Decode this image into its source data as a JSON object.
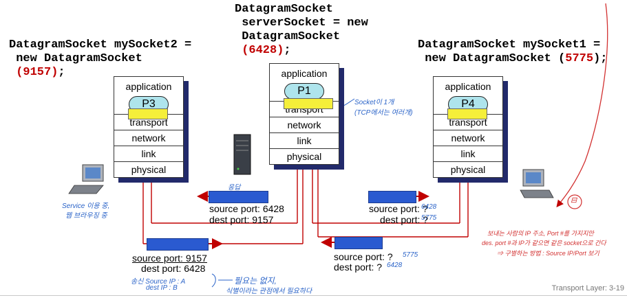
{
  "code_center": {
    "line1": "DatagramSocket",
    "line2": " serverSocket = new",
    "line3": " DatagramSocket",
    "port": "(6428)",
    "tail": ";"
  },
  "code_left": {
    "line1": "DatagramSocket mySocket2 =",
    "line2": " new DatagramSocket",
    "port": "(9157)",
    "tail": ";"
  },
  "code_right": {
    "line1": "DatagramSocket mySocket1 =",
    "line2": " new DatagramSocket (",
    "port": "5775",
    "tail": ");"
  },
  "stacks": {
    "left": {
      "app": "application",
      "proc": "P3",
      "layers": [
        "transport",
        "network",
        "link",
        "physical"
      ]
    },
    "center": {
      "app": "application",
      "proc": "P1",
      "layers": [
        "transport",
        "network",
        "link",
        "physical"
      ]
    },
    "right": {
      "app": "application",
      "proc": "P4",
      "layers": [
        "transport",
        "network",
        "link",
        "physical"
      ]
    }
  },
  "segments": {
    "top_left": {
      "src": "source port: 6428",
      "dst": "dest port: 9157"
    },
    "top_right": {
      "src": "source port: ?",
      "dst": "dest port: ?"
    },
    "bottom_left": {
      "src": "source port: 9157",
      "dst": "dest port: 6428"
    },
    "bottom_right": {
      "src": "source port: ?",
      "dst": "dest port: ?"
    }
  },
  "annotations": {
    "socket_note1": "Socket이 1개",
    "socket_note2": "(TCP에서는 여러개)",
    "service_note1": "Service 이용 중,",
    "service_note2": "웹 브라우징 중",
    "reply": "응답",
    "tr_src": "6428",
    "tr_dst": "5775",
    "br_src": "5775",
    "br_dst": "6428",
    "bl_note1": "송신  Source IP : A",
    "bl_note2": "dest IP : B",
    "bl_note3": "필요는 없지,",
    "bl_note4": "식별이라는 관점에서 필요하다",
    "red1": "보내는 사람의 IP 주소, Port #를 가지지만",
    "red2": "des. port #과 IP가 같으면 같은 socket으로 간다",
    "red3": "⇒ 구별하는 방법 : Source IP/Port 보기",
    "circle": "⊟"
  },
  "footer": "Transport Layer: 3-19",
  "colors": {
    "arrow": "#c00000",
    "segment": "#2a5ad0",
    "process": "#aee4ec",
    "socket": "#f5ef3a",
    "shadow": "#222a6b",
    "note_blue": "#2a63c8",
    "note_red": "#d23030"
  }
}
